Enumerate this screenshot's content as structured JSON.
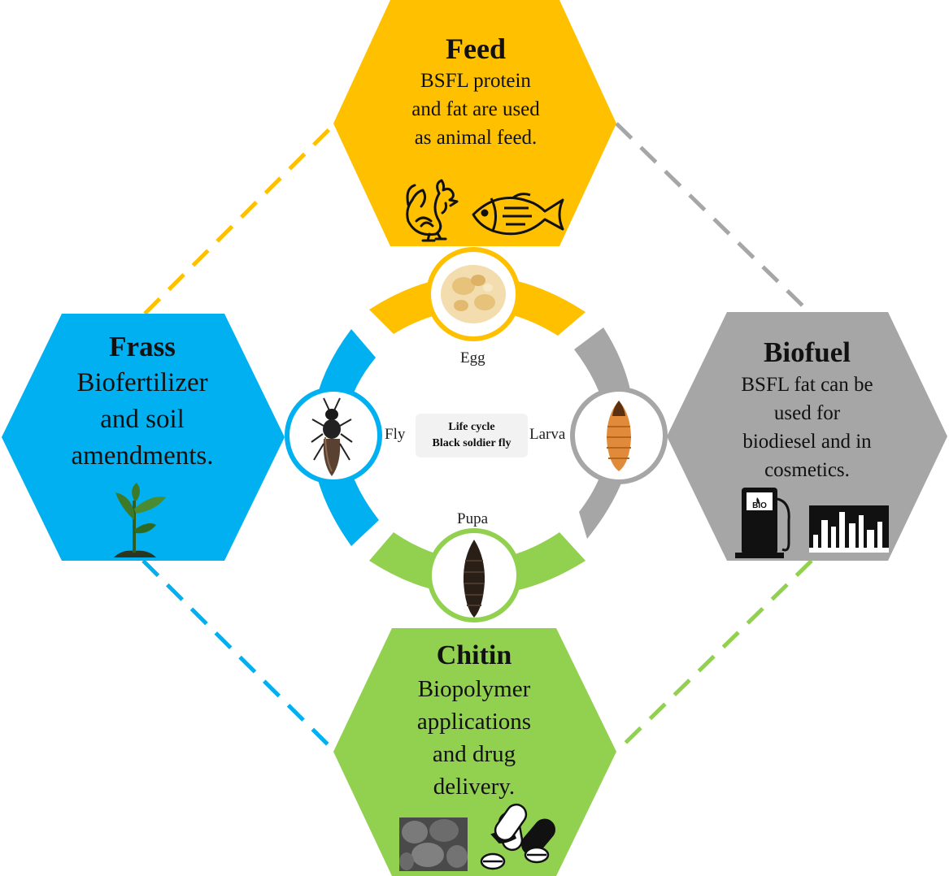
{
  "colors": {
    "feed": "#FFC000",
    "frass": "#00B0F0",
    "biofuel": "#A6A6A6",
    "chitin": "#92D050"
  },
  "feed": {
    "title": "Feed",
    "lines": [
      "BSFL protein",
      "and fat are used",
      "as animal feed."
    ],
    "icons": [
      "chicken-icon",
      "fish-icon"
    ]
  },
  "frass": {
    "title": "Frass",
    "lines": [
      "Biofertilizer",
      "and soil",
      "amendments."
    ],
    "icons": [
      "seedling-icon"
    ]
  },
  "biofuel": {
    "title": "Biofuel",
    "lines": [
      "BSFL fat can be",
      "used for",
      "biodiesel and in",
      "cosmetics."
    ],
    "icons": [
      "fuel-pump-icon",
      "city-skyline-icon"
    ],
    "pump_label": "BIO"
  },
  "chitin": {
    "title": "Chitin",
    "lines": [
      "Biopolymer",
      "applications",
      "and drug",
      "delivery."
    ],
    "icons": [
      "chitin-texture-icon",
      "capsules-icon"
    ]
  },
  "life_cycle": {
    "center_line1": "Life cycle",
    "center_line2": "Black soldier fly",
    "egg": "Egg",
    "larva": "Larva",
    "pupa": "Pupa",
    "fly": "Fly"
  }
}
